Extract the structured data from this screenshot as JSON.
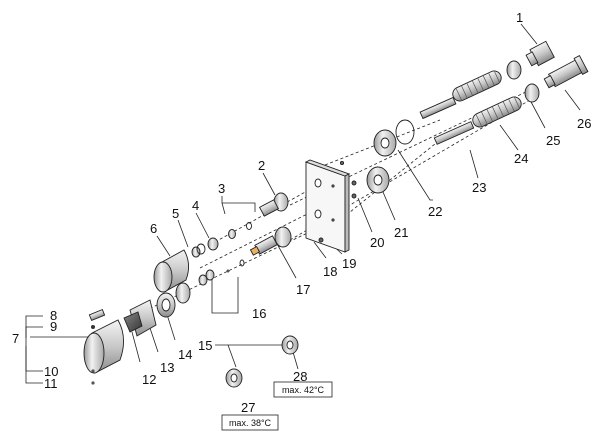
{
  "labels": {
    "n1": "1",
    "n2": "2",
    "n3": "3",
    "n4": "4",
    "n5": "5",
    "n6": "6",
    "n7": "7",
    "n8": "8",
    "n9": "9",
    "n10": "10",
    "n11": "11",
    "n12": "12",
    "n13": "13",
    "n14": "14",
    "n15": "15",
    "n16": "16",
    "n17": "17",
    "n18": "18",
    "n19": "19",
    "n20": "20",
    "n21": "21",
    "n22": "22",
    "n23": "23",
    "n24": "24",
    "n25": "25",
    "n26": "26",
    "n27": "27",
    "n28": "28"
  },
  "notes": {
    "max_38": "max. 38°C",
    "max_42": "max. 42°C"
  }
}
